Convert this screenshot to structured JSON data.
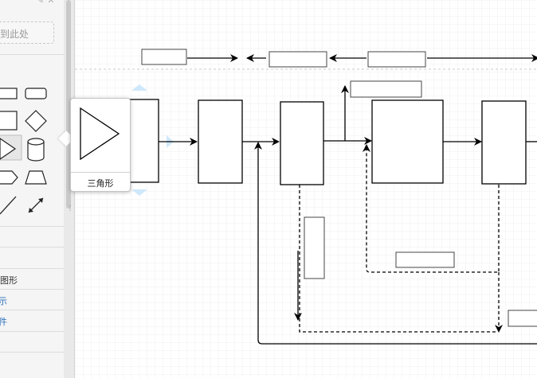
{
  "sidebar": {
    "drop_zone_text": "拖到此处",
    "tooltip_label": "三角形",
    "library_items": [
      {
        "label": "图形",
        "color": "#333333"
      },
      {
        "label": "示",
        "color": "#2a6ebb"
      },
      {
        "label": "件",
        "color": "#2a6ebb"
      }
    ],
    "shapes": [
      "rectangle-icon",
      "rounded-rectangle-icon",
      "square-icon",
      "diamond-icon",
      "triangle-icon",
      "cylinder-icon",
      "hexagon-icon",
      "trapezoid-icon",
      "line-icon",
      "bidirectional-arrow-icon"
    ]
  },
  "colors": {
    "accent": "#2a6ebb",
    "selection_hint": "#cfe8fb",
    "grid": "#efefef"
  }
}
